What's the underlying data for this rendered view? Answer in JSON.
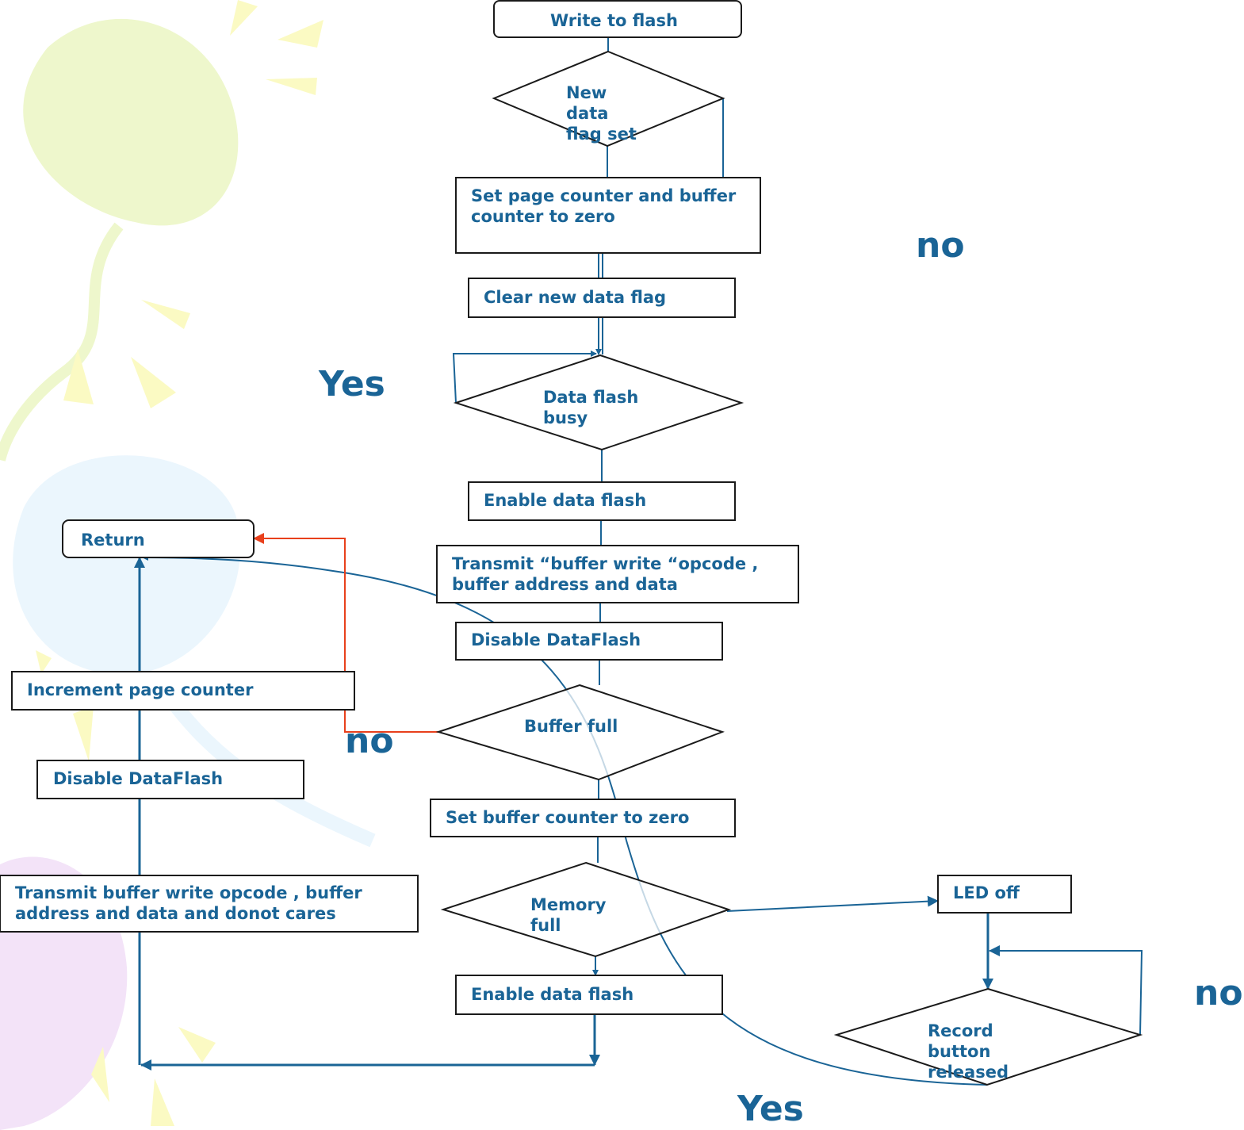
{
  "nodes": {
    "write_to_flash": "Write to flash",
    "new_data_flag_set": "New\ndata\nflag set",
    "set_page_buffer_zero": "Set page counter and buffer\ncounter  to zero",
    "clear_new_data_flag": "Clear new data flag",
    "data_flash_busy": "Data flash\nbusy",
    "enable_data_flash_1": "Enable data flash",
    "transmit_buffer_write": "Transmit “buffer write “opcode ,\nbuffer address and data",
    "disable_dataflash_1": "Disable  DataFlash",
    "buffer_full": "Buffer full",
    "set_buffer_zero": "Set buffer  counter   to zero",
    "memory_full": "Memory\nfull",
    "enable_data_flash_2": "Enable data flash",
    "led_off": "LED off",
    "record_button_released": "Record\nbutton\nreleased",
    "return": "Return",
    "increment_page_counter": "Increment page counter",
    "disable_dataflash_2": "Disable  DataFlash",
    "transmit_opcode_donot_cares": "Transmit buffer write opcode , buffer\naddress and data  and donot cares"
  },
  "labels": {
    "no_right": "no",
    "yes_left": "Yes",
    "no_buffer": "no",
    "no_record": "no",
    "yes_bottom": "Yes"
  },
  "colors": {
    "text": "#1a6496",
    "connector": "#1a6496",
    "no_branch": "#e8401c"
  }
}
